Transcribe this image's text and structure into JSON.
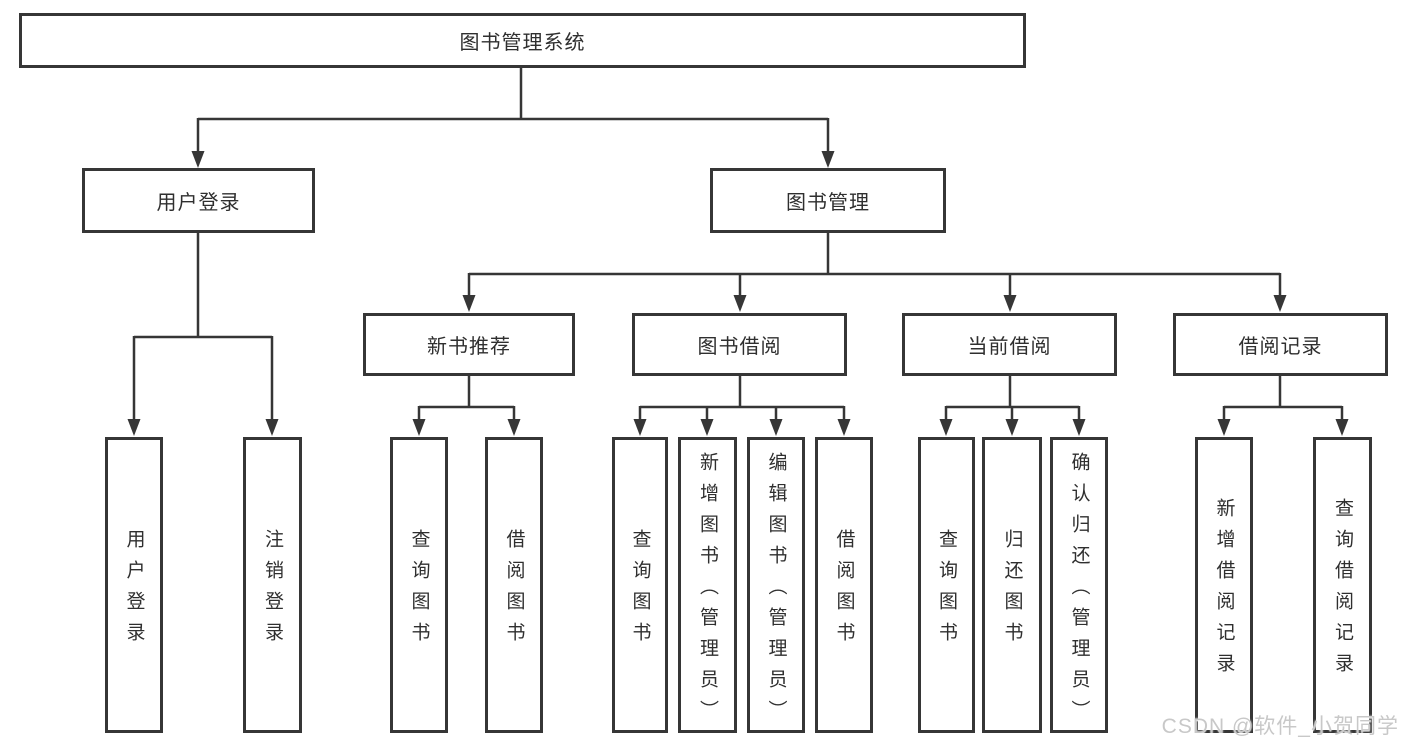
{
  "root": {
    "label": "图书管理系统"
  },
  "branches": [
    {
      "label": "用户登录",
      "leaves": [
        "用户登录",
        "注销登录"
      ]
    },
    {
      "label": "图书管理",
      "groups": [
        {
          "label": "新书推荐",
          "leaves": [
            "查询图书",
            "借阅图书"
          ]
        },
        {
          "label": "图书借阅",
          "leaves": [
            "查询图书",
            "新增图书（管理员）",
            "编辑图书（管理员）",
            "借阅图书"
          ]
        },
        {
          "label": "当前借阅",
          "leaves": [
            "查询图书",
            "归还图书",
            "确认归还（管理员）"
          ]
        },
        {
          "label": "借阅记录",
          "leaves": [
            "新增借阅记录",
            "查询借阅记录"
          ]
        }
      ]
    }
  ],
  "watermark": "CSDN @软件_小贺同学",
  "colors": {
    "line": "#363636",
    "text": "#2f2f2f",
    "background": "#ffffff",
    "watermark": "#c8c8c8"
  }
}
